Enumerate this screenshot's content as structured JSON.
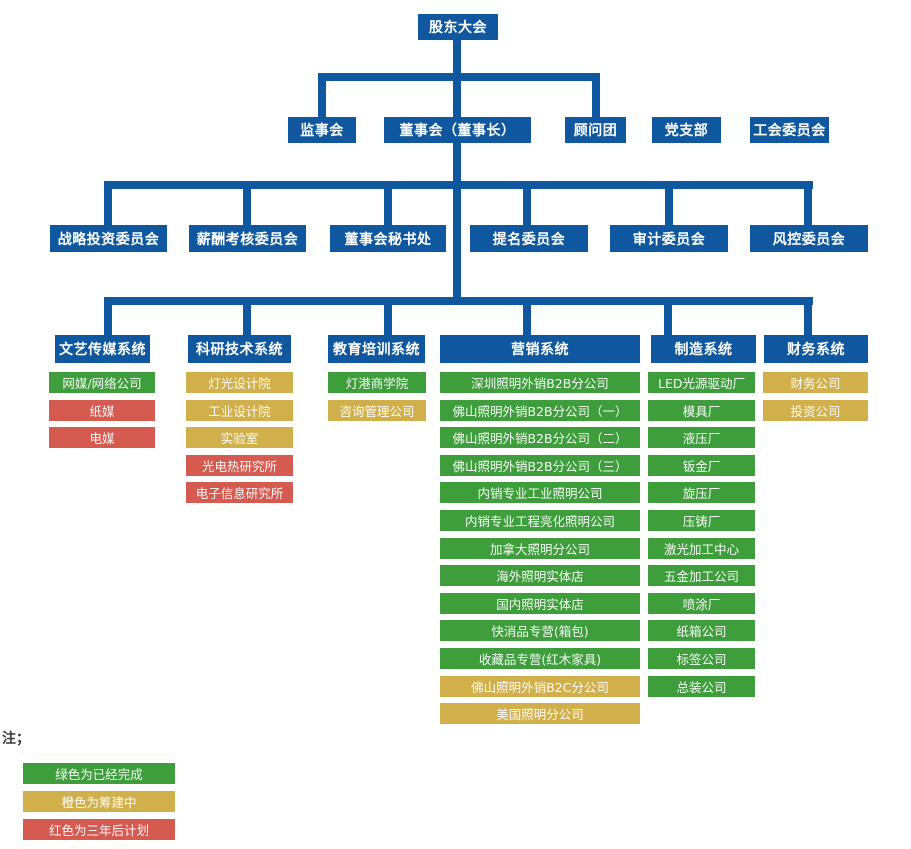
{
  "colors": {
    "blue": "#0F579E",
    "green": "#3E9E3C",
    "orange": "#D1B04B",
    "red": "#D55A50"
  },
  "root": {
    "label": "股东大会"
  },
  "level2": [
    {
      "label": "监事会"
    },
    {
      "label": "董事会（董事长）"
    },
    {
      "label": "顾问团"
    },
    {
      "label": "党支部"
    },
    {
      "label": "工会委员会"
    }
  ],
  "committees": [
    {
      "label": "战略投资委员会"
    },
    {
      "label": "薪酬考核委员会"
    },
    {
      "label": "董事会秘书处"
    },
    {
      "label": "提名委员会"
    },
    {
      "label": "审计委员会"
    },
    {
      "label": "风控委员会"
    }
  ],
  "systems": [
    {
      "name": "文艺传媒系统",
      "children": [
        {
          "label": "网媒/网络公司",
          "status": "green"
        },
        {
          "label": "纸媒",
          "status": "red"
        },
        {
          "label": "电媒",
          "status": "red"
        }
      ]
    },
    {
      "name": "科研技术系统",
      "children": [
        {
          "label": "灯光设计院",
          "status": "orange"
        },
        {
          "label": "工业设计院",
          "status": "orange"
        },
        {
          "label": "实验室",
          "status": "orange"
        },
        {
          "label": "光电热研究所",
          "status": "red"
        },
        {
          "label": "电子信息研究所",
          "status": "red"
        }
      ]
    },
    {
      "name": "教育培训系统",
      "children": [
        {
          "label": "灯港商学院",
          "status": "green"
        },
        {
          "label": "咨询管理公司",
          "status": "orange"
        }
      ]
    },
    {
      "name": "营销系统",
      "children": [
        {
          "label": "深圳照明外销B2B分公司",
          "status": "green"
        },
        {
          "label": "佛山照明外销B2B分公司（一）",
          "status": "green"
        },
        {
          "label": "佛山照明外销B2B分公司（二）",
          "status": "green"
        },
        {
          "label": "佛山照明外销B2B分公司（三）",
          "status": "green"
        },
        {
          "label": "内销专业工业照明公司",
          "status": "green"
        },
        {
          "label": "内销专业工程亮化照明公司",
          "status": "green"
        },
        {
          "label": "加拿大照明分公司",
          "status": "green"
        },
        {
          "label": "海外照明实体店",
          "status": "green"
        },
        {
          "label": "国内照明实体店",
          "status": "green"
        },
        {
          "label": "快消品专营(箱包)",
          "status": "green"
        },
        {
          "label": "收藏品专营(红木家具)",
          "status": "green"
        },
        {
          "label": "佛山照明外销B2C分公司",
          "status": "orange"
        },
        {
          "label": "美国照明分公司",
          "status": "orange"
        }
      ]
    },
    {
      "name": "制造系统",
      "children": [
        {
          "label": "LED光源驱动厂",
          "status": "green"
        },
        {
          "label": "模具厂",
          "status": "green"
        },
        {
          "label": "液压厂",
          "status": "green"
        },
        {
          "label": "钣金厂",
          "status": "green"
        },
        {
          "label": "旋压厂",
          "status": "green"
        },
        {
          "label": "压铸厂",
          "status": "green"
        },
        {
          "label": "激光加工中心",
          "status": "green"
        },
        {
          "label": "五金加工公司",
          "status": "green"
        },
        {
          "label": "喷涂厂",
          "status": "green"
        },
        {
          "label": "纸箱公司",
          "status": "green"
        },
        {
          "label": "标签公司",
          "status": "green"
        },
        {
          "label": "总装公司",
          "status": "green"
        }
      ]
    },
    {
      "name": "财务系统",
      "children": [
        {
          "label": "财务公司",
          "status": "orange"
        },
        {
          "label": "投资公司",
          "status": "orange"
        }
      ]
    }
  ],
  "legend": {
    "note": "注；",
    "items": [
      {
        "label": "绿色为已经完成",
        "status": "green"
      },
      {
        "label": "橙色为筹建中",
        "status": "orange"
      },
      {
        "label": "红色为三年后计划",
        "status": "red"
      }
    ]
  }
}
